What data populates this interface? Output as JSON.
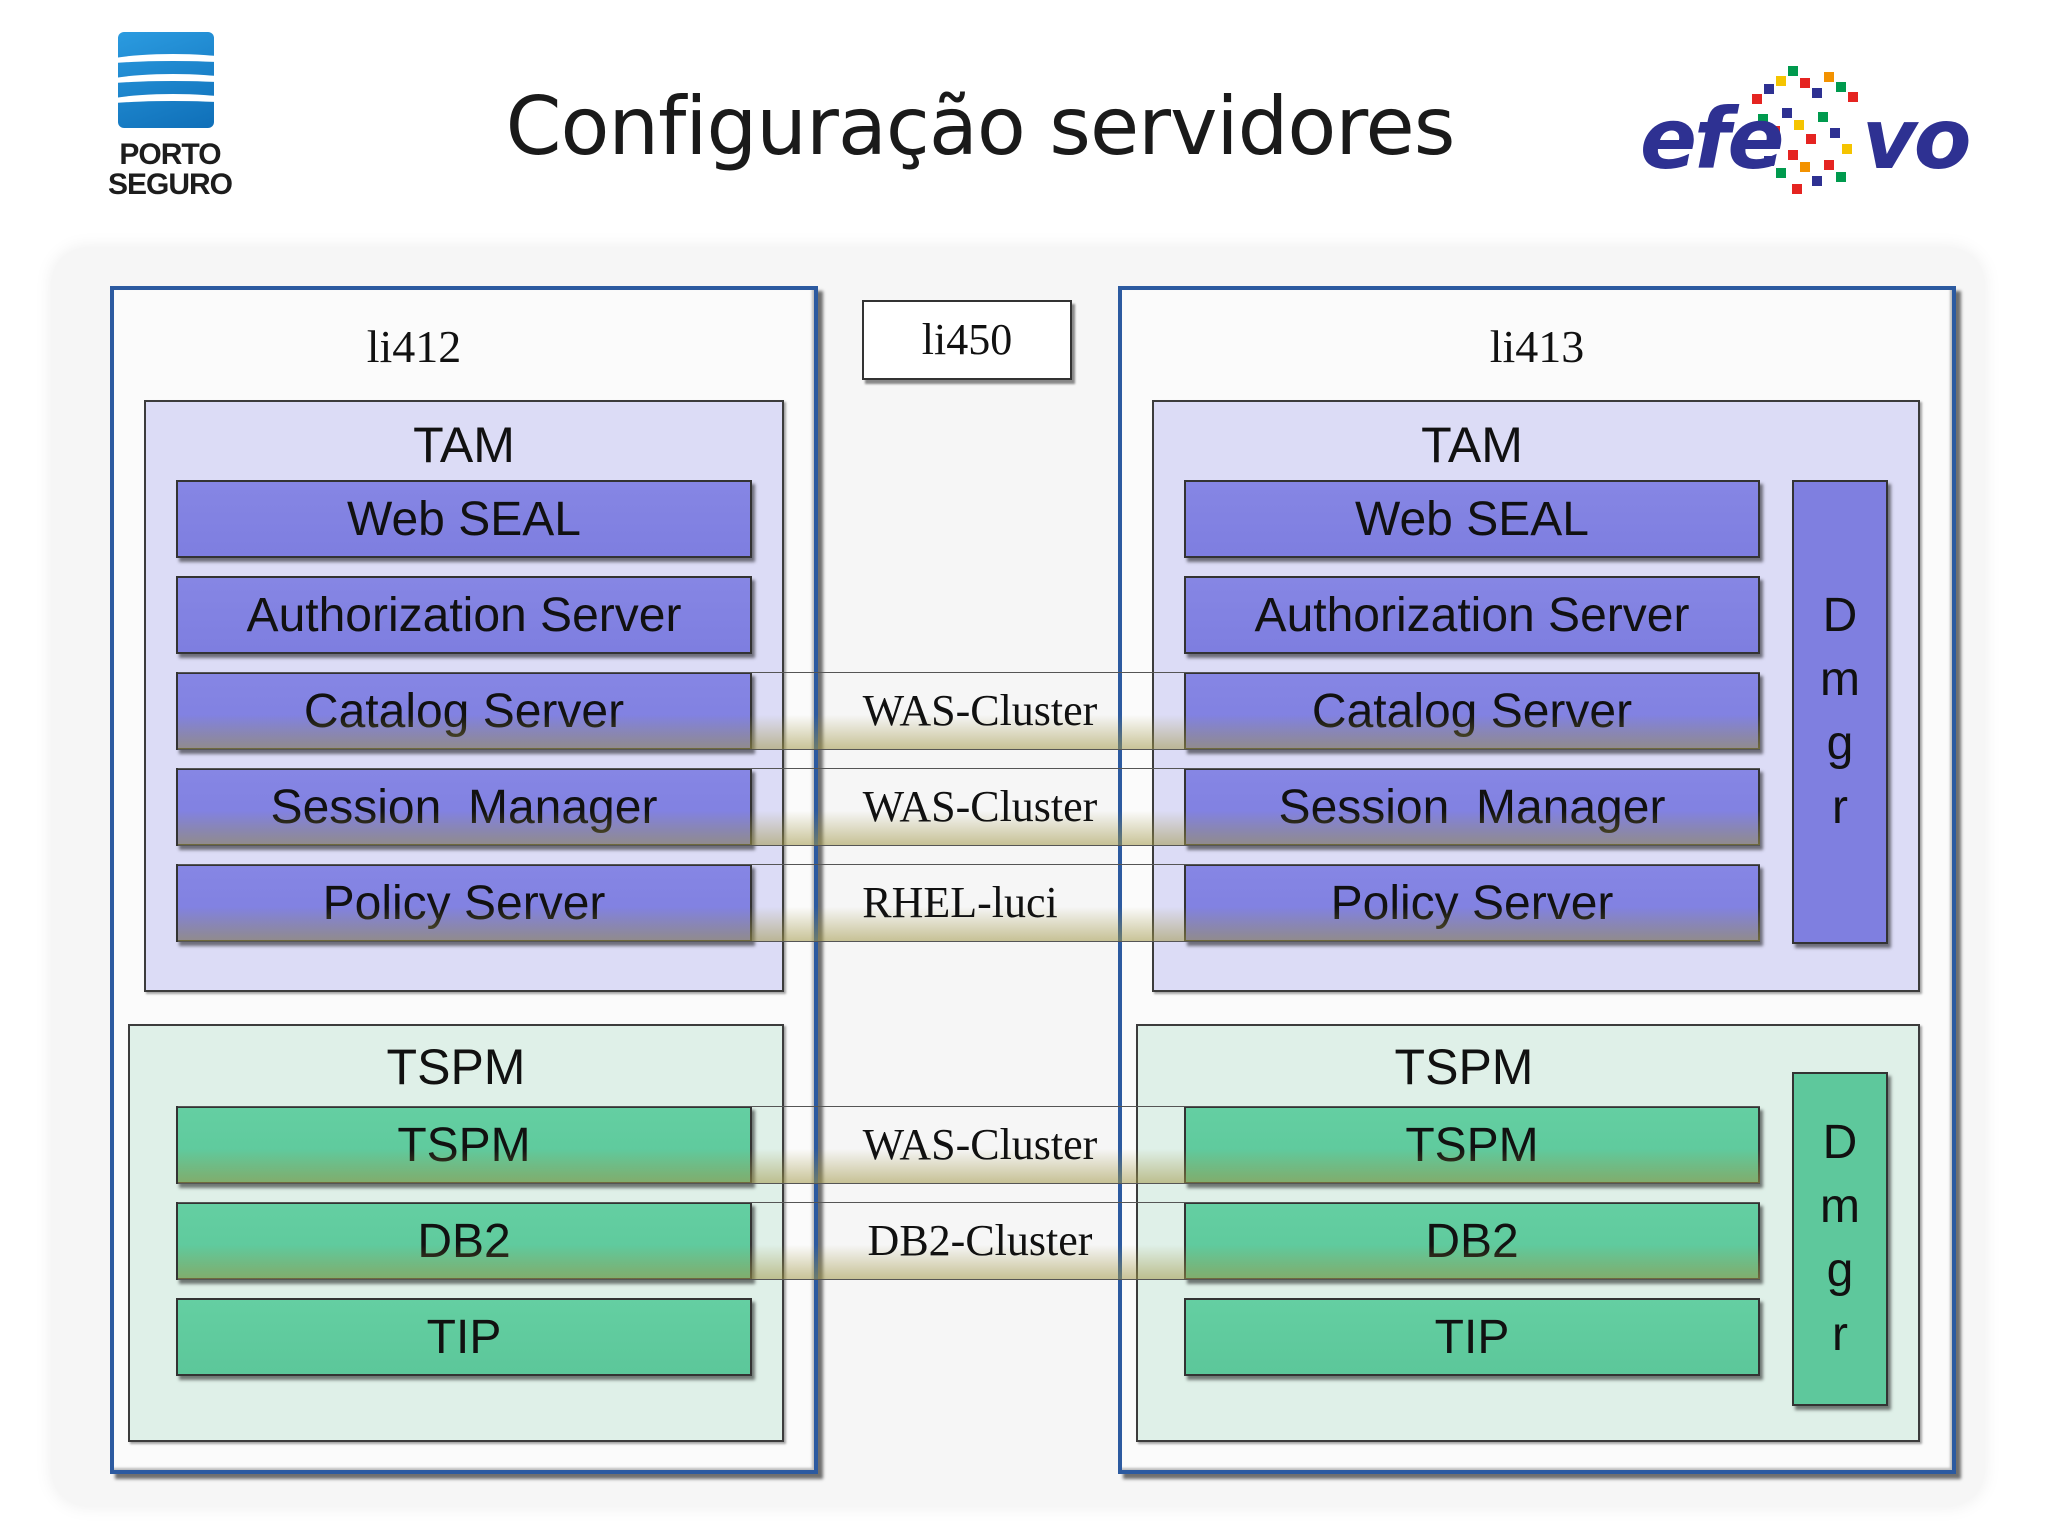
{
  "header": {
    "title": "Configuração servidores",
    "logo_left": {
      "line1": "PORTO",
      "line2": "SEGURO"
    },
    "logo_right": {
      "part1": "efe",
      "part2": "vo"
    }
  },
  "servers": {
    "left": {
      "name": "li412"
    },
    "middle": {
      "name": "li450"
    },
    "right": {
      "name": "li413"
    }
  },
  "left": {
    "tam": {
      "title": "TAM",
      "items": [
        "Web SEAL",
        "Authorization Server",
        "Catalog Server",
        "Session  Manager",
        "Policy Server"
      ]
    },
    "tspm": {
      "title": "TSPM",
      "items": [
        "TSPM",
        "DB2",
        "TIP"
      ]
    }
  },
  "right": {
    "tam": {
      "title": "TAM",
      "items": [
        "Web SEAL",
        "Authorization Server",
        "Catalog Server",
        "Session  Manager",
        "Policy Server"
      ],
      "dmgr": [
        "D",
        "m",
        "g",
        "r"
      ]
    },
    "tspm": {
      "title": "TSPM",
      "items": [
        "TSPM",
        "DB2",
        "TIP"
      ],
      "dmgr": [
        "D",
        "m",
        "g",
        "r"
      ]
    }
  },
  "clusters": [
    "WAS-Cluster",
    "WAS-Cluster",
    "RHEL-luci",
    "WAS-Cluster",
    "DB2-Cluster"
  ],
  "colors": {
    "server_border": "#2c5aa0",
    "tam_item": "#8080e0",
    "tspm_item": "#5ec89c"
  }
}
